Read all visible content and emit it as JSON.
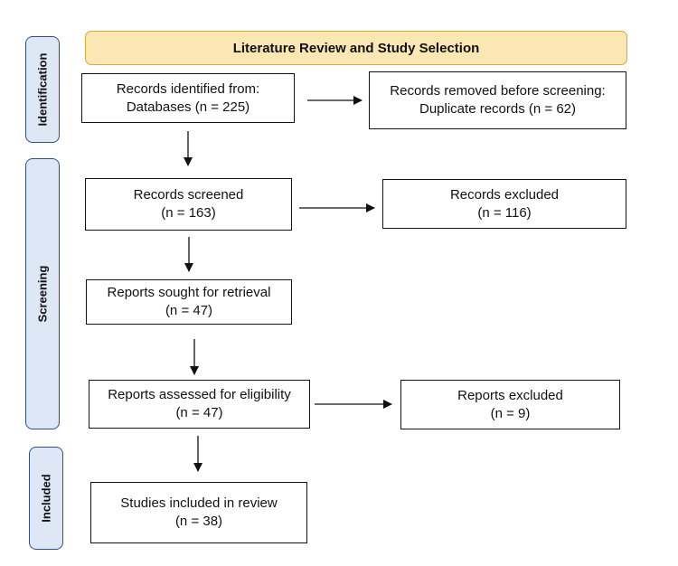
{
  "header": {
    "title": "Literature Review and Study Selection"
  },
  "phases": {
    "identification": "Identification",
    "screening": "Screening",
    "included": "Included"
  },
  "boxes": {
    "identified": {
      "line1": "Records identified from:",
      "line2": "Databases (n = 225)"
    },
    "removed": {
      "line1": "Records removed before screening:",
      "line2": "Duplicate records (n = 62)"
    },
    "screened": {
      "line1": "Records screened",
      "line2": "(n = 163)"
    },
    "excluded": {
      "line1": "Records excluded",
      "line2": "(n = 116)"
    },
    "sought": {
      "line1": "Reports sought for retrieval",
      "line2": "(n = 47)"
    },
    "assessed": {
      "line1": "Reports assessed for eligibility",
      "line2": "(n = 47)"
    },
    "reports_excluded": {
      "line1": "Reports excluded",
      "line2": "(n = 9)"
    },
    "included": {
      "line1": "Studies included in review",
      "line2": "(n = 38)"
    }
  },
  "colors": {
    "header_fill": "#fbe7b3",
    "header_border": "#d6a93a",
    "phase_fill": "#dde7f5",
    "phase_border": "#2f4f86"
  }
}
